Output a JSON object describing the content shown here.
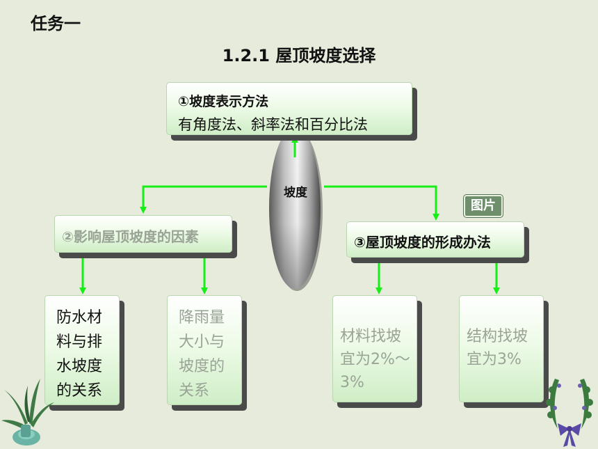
{
  "header": {
    "task": "任务一",
    "title": "1.2.1 屋顶坡度选择"
  },
  "center": {
    "label": "坡度"
  },
  "image_button": "图片",
  "nodes": {
    "method": {
      "title": "①坡度表示方法",
      "body": "有角度法、斜率法和百分比法"
    },
    "factors": {
      "title": "②影响屋顶坡度的因素"
    },
    "formation": {
      "title": "③屋顶坡度的形成办法"
    },
    "waterproof": {
      "lines": [
        "防水材",
        "料与排",
        "水坡度",
        "的关系"
      ]
    },
    "rainfall": {
      "lines": [
        "降雨量",
        "大小与",
        "坡度的",
        "关系"
      ]
    },
    "material_slope": {
      "lines": [
        "材料找坡",
        "宜为2%～",
        "3%"
      ]
    },
    "structure_slope": {
      "lines": [
        "结构找坡",
        "宜为3%"
      ]
    }
  },
  "colors": {
    "arrow": "#17ee17",
    "faded_text": "#9aa496",
    "dark_text": "#111111"
  },
  "decorations": [
    "plant-left",
    "wreath-right"
  ]
}
